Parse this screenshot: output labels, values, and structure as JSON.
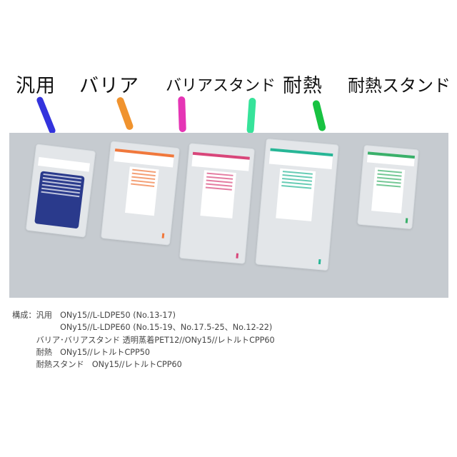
{
  "labels": [
    {
      "text": "汎用",
      "color": "#3333dd"
    },
    {
      "text": "バリア",
      "color": "#f0932e"
    },
    {
      "text": "バリアスタンド",
      "color": "#e535b5"
    },
    {
      "text": "耐熱",
      "color": "#36e39a"
    },
    {
      "text": "耐熱スタンド",
      "color": "#18c241"
    }
  ],
  "photo": {
    "background": "#c6cbd0",
    "bags": [
      {
        "name": "general",
        "accent": "#2a3a8c"
      },
      {
        "name": "barrier",
        "accent": "#f0783c"
      },
      {
        "name": "barrier-stand",
        "accent": "#d8467a"
      },
      {
        "name": "heat-resistant",
        "accent": "#27b696"
      },
      {
        "name": "heat-resistant-stand",
        "accent": "#3ab06a"
      }
    ]
  },
  "spec": {
    "lines": [
      "構成：汎用　ONy15//L-LDPE50 (No.13-17)",
      "　　　　　　ONy15//L-LDPE60 (No.15-19、No.17.5-25、No.12-22)",
      "　　　バリア･バリアスタンド 透明蒸着PET12//ONy15//レトルトCPP60",
      "　　　耐熱　ONy15//レトルトCPP50",
      "　　　耐熱スタンド　ONy15//レトルトCPP60"
    ]
  }
}
